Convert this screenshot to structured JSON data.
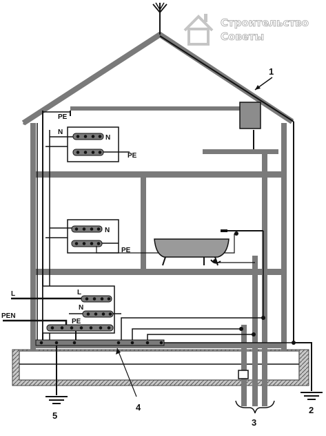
{
  "watermark": {
    "line1": "Строительство",
    "line2": "Советы",
    "icon": "house-logo-icon"
  },
  "labels": {
    "pe_top": "PE",
    "n_top": "N",
    "n_box1": "N",
    "pe_box1": "PE",
    "n_box2": "N",
    "pe_box2": "PE",
    "l_in": "L",
    "pen_in": "PEN",
    "l_panel": "L",
    "n_panel": "N",
    "pe_panel": "PE"
  },
  "callouts": {
    "c1": "1",
    "c2": "2",
    "c3": "3",
    "c4": "4",
    "c5": "5"
  },
  "colors": {
    "wall": "#7a7a7a",
    "wire": "#111111",
    "foundation": "#8f8f8f"
  },
  "icons": [
    "antenna-icon",
    "water-heater-icon",
    "bathtub-icon",
    "ground-symbol-icon"
  ]
}
